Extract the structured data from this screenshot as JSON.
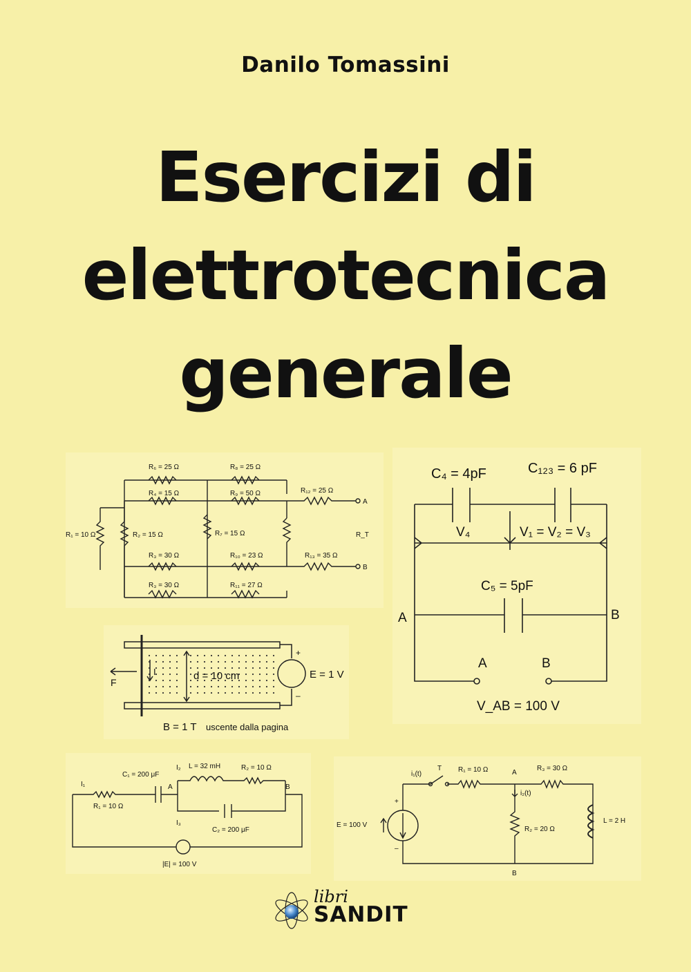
{
  "cover": {
    "author": "Danilo Tomassini",
    "title_lines": [
      "Esercizi di",
      "elettrotecnica",
      "generale"
    ]
  },
  "circuit1": {
    "r6": "R₆ = 25 Ω",
    "r8": "R₈ = 25 Ω",
    "r4": "R₄ = 15 Ω",
    "r9": "R₉ = 50 Ω",
    "r12": "R₁₂ = 25 Ω",
    "node_a": "A",
    "r1": "R₁ = 10 Ω",
    "r2": "R₂ = 15 Ω",
    "r7": "R₇ = 15 Ω",
    "rt": "R_T",
    "r3a": "R₃ = 30 Ω",
    "r10": "R₁₀ = 23 Ω",
    "r13": "R₁₃ = 35 Ω",
    "node_b": "B",
    "r3b": "R₃ = 30 Ω",
    "r11": "R₁₁ = 27 Ω"
  },
  "circuit2": {
    "c4": "C₄ = 4pF",
    "c123": "C₁₂₃ = 6 pF",
    "v4": "V₄",
    "v123": "V₁ = V₂ = V₃",
    "c5": "C₅ = 5pF",
    "node_a_left": "A",
    "node_b_right": "B",
    "term_a": "A",
    "term_b": "B",
    "vab": "V_AB = 100 V"
  },
  "circuit3": {
    "d": "d = 10 cm",
    "e": "E = 1 V",
    "f": "F",
    "i": "I",
    "plus": "+",
    "minus": "–",
    "b": "B = 1 T",
    "b_desc": "uscente dalla pagina"
  },
  "circuit4": {
    "i1": "I₁",
    "c1": "C₁ = 200 μF",
    "node_a": "A",
    "i2": "I₂",
    "l": "L = 32 mH",
    "r2": "R₂ = 10 Ω",
    "node_b": "B",
    "r1": "R₁ = 10 Ω",
    "i3": "I₃",
    "c2": "C₂ = 200 μF",
    "e": "|E| = 100 V"
  },
  "circuit5": {
    "i1": "i₁(t)",
    "t": "T",
    "r1": "R₁ = 10 Ω",
    "node_a": "A",
    "r3": "R₃ = 30 Ω",
    "i2": "i₂(t)",
    "e": "E = 100 V",
    "plus": "+",
    "minus": "–",
    "r2": "R₂ = 20 Ω",
    "l": "L = 2 H",
    "node_b": "B"
  },
  "publisher": {
    "line1": "libri",
    "line2": "SANDIT"
  },
  "colors": {
    "background": "#f7f0a8",
    "text": "#111111"
  }
}
